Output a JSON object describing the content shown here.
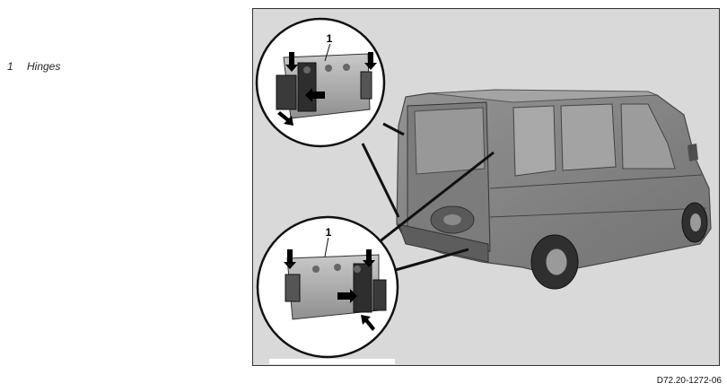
{
  "legend": {
    "number": "1",
    "text": "Hinges"
  },
  "callouts": {
    "upper": "1",
    "lower": "1"
  },
  "figure_code": "D72.20-1272-06"
}
